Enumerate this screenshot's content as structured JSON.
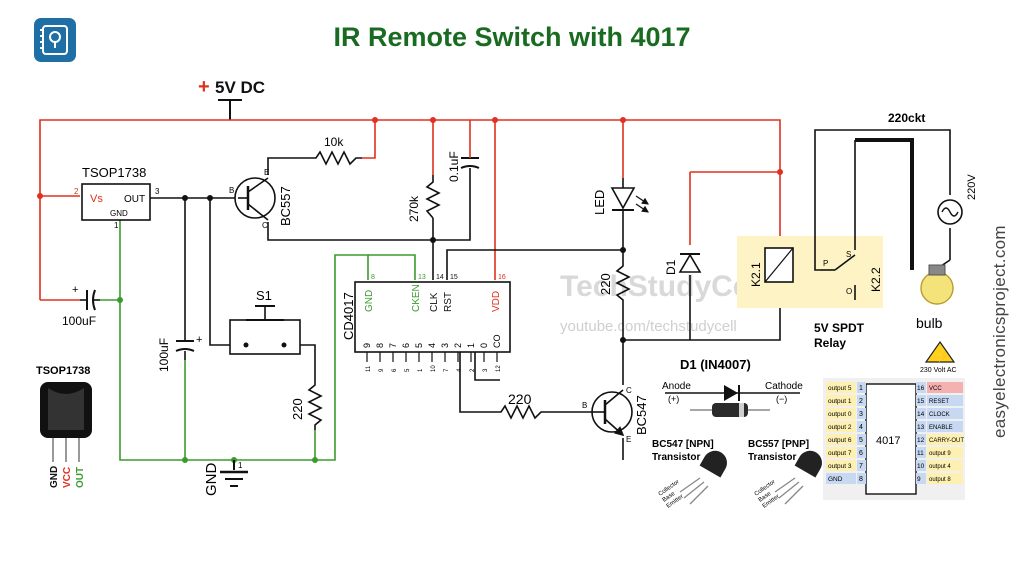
{
  "title": "IR Remote Switch with 4017",
  "website": "easyelectronicsproject.com",
  "watermark": {
    "brand": "TechStudyCell",
    "url": "youtube.com/techstudycell"
  },
  "supply": {
    "label": "5V DC",
    "plus": "+"
  },
  "ac": {
    "label": "220ckt",
    "voltage": "220V"
  },
  "tsop": {
    "name": "TSOP1738",
    "pin_vs": "Vs",
    "pin_out": "OUT",
    "pin_gnd": "GND",
    "n1": "1",
    "n2": "2",
    "n3": "3"
  },
  "tsop_pinout": {
    "name": "TSOP1738",
    "pins": [
      "GND",
      "VCC",
      "OUT"
    ]
  },
  "capacitors": {
    "c1": "100uF",
    "c2": "100uF",
    "c3": "0.1uF"
  },
  "resistors": {
    "r10k": "10k",
    "r270k": "270k",
    "r220_s1": "220",
    "r220_led": "220",
    "r220_base": "220"
  },
  "transistors": {
    "q1": "BC557",
    "q2": "BC547",
    "b": "B",
    "c": "C",
    "e": "E"
  },
  "switch": {
    "name": "S1"
  },
  "ic": {
    "name": "CD4017",
    "top_pins": [
      {
        "num": "8",
        "label": "GND"
      },
      {
        "num": "13",
        "label": "CKEN"
      },
      {
        "num": "14",
        "label": "CLK"
      },
      {
        "num": "15",
        "label": "RST"
      },
      {
        "num": "16",
        "label": "VDD"
      }
    ],
    "bottom_nums": [
      "9",
      "8",
      "7",
      "6",
      "5",
      "4",
      "3",
      "2",
      "1",
      "0",
      "CO"
    ],
    "bottom_pins": [
      "11",
      "9",
      "6",
      "5",
      "1",
      "10",
      "7",
      "4",
      "2",
      "3",
      "12"
    ]
  },
  "led": {
    "name": "LED"
  },
  "diode": {
    "name": "D1"
  },
  "relay": {
    "coil": "K2.1",
    "switch": "K2.2",
    "desc": "5V SPDT",
    "desc2": "Relay",
    "p": "P",
    "s": "S",
    "o": "O"
  },
  "bulb": {
    "name": "bulb"
  },
  "gnd": {
    "label": "GND",
    "num": "1"
  },
  "warning": {
    "text": "230 Volt AC"
  },
  "d1_info": {
    "title": "D1 (IN4007)",
    "anode": "Anode",
    "anode_sign": "(+)",
    "cathode": "Cathode",
    "cathode_sign": "(−)"
  },
  "transistor_info": {
    "npn_name": "BC547 [NPN]",
    "npn_sub": "Transistor",
    "pnp_name": "BC557 [PNP]",
    "pnp_sub": "Transistor",
    "legs": [
      "Collector",
      "Base",
      "Emitter"
    ]
  },
  "pinout_4017": {
    "name": "4017",
    "left": [
      {
        "label": "output 5",
        "num": "1"
      },
      {
        "label": "output 1",
        "num": "2"
      },
      {
        "label": "output 0",
        "num": "3"
      },
      {
        "label": "output 2",
        "num": "4"
      },
      {
        "label": "output 6",
        "num": "5"
      },
      {
        "label": "output 7",
        "num": "6"
      },
      {
        "label": "output 3",
        "num": "7"
      },
      {
        "label": "GND",
        "num": "8"
      }
    ],
    "right": [
      {
        "label": "VCC",
        "num": "16"
      },
      {
        "label": "RESET",
        "num": "15"
      },
      {
        "label": "CLOCK",
        "num": "14"
      },
      {
        "label": "ENABLE",
        "num": "13"
      },
      {
        "label": "CARRY-OUT",
        "num": "12"
      },
      {
        "label": "output 9",
        "num": "11"
      },
      {
        "label": "output 4",
        "num": "10"
      },
      {
        "label": "output 8",
        "num": "9"
      }
    ]
  },
  "colors": {
    "red": "#e0301e",
    "green": "#3a9b2c",
    "black": "#111111",
    "title": "#1a6b22",
    "blue": "#2a5c8a"
  }
}
